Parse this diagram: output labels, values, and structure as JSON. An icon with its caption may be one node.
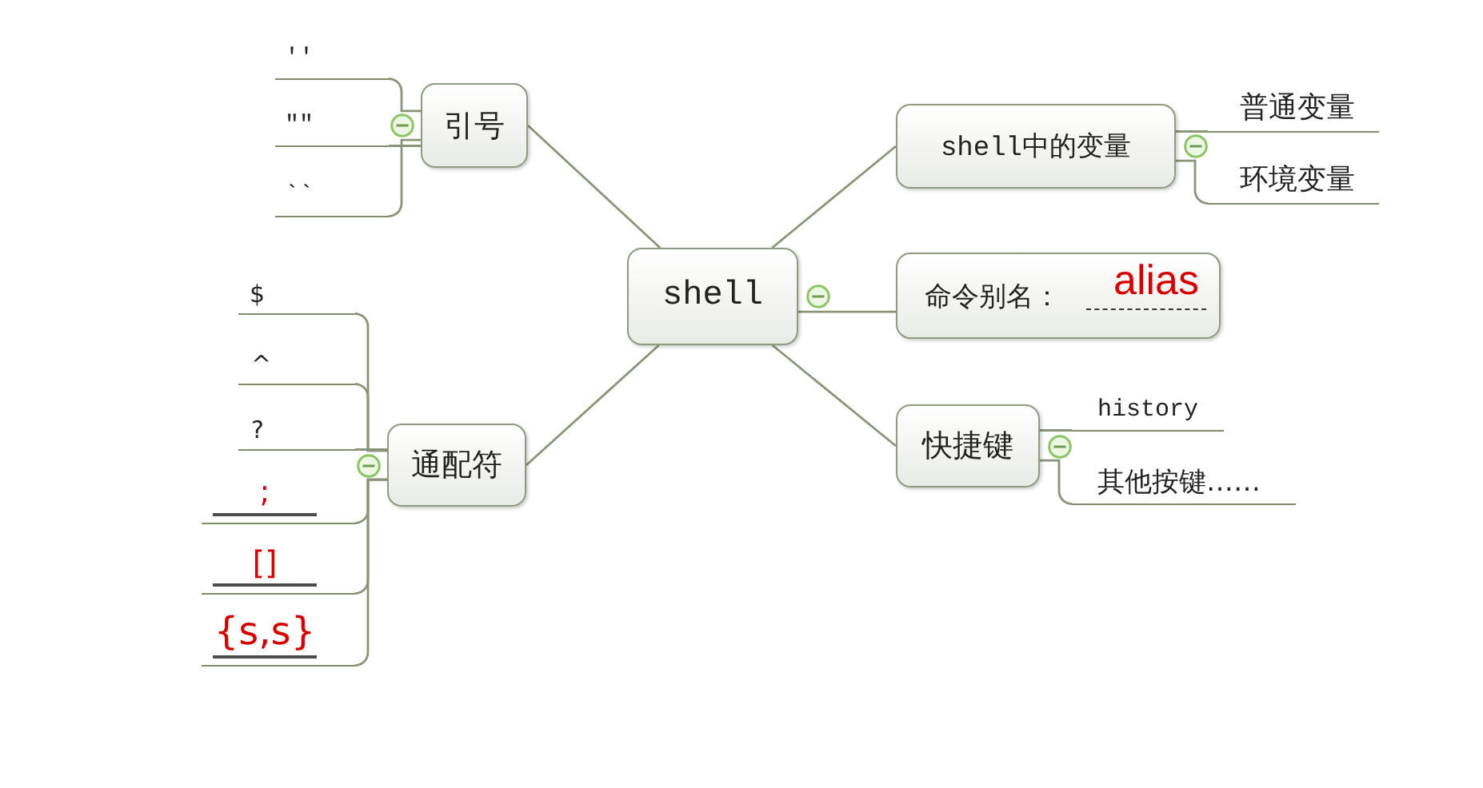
{
  "diagram": {
    "nodes": [
      {
        "text": [
          "shell"
        ]
      },
      {
        "text": [
          "引号"
        ]
      },
      {
        "text": [
          "''"
        ]
      },
      {
        "text": [
          "\"\""
        ]
      },
      {
        "text": [
          "``"
        ]
      },
      {
        "text": [
          "通配符"
        ]
      },
      {
        "text": [
          "$"
        ]
      },
      {
        "text": [
          "^"
        ]
      },
      {
        "text": [
          "?"
        ]
      },
      {
        "text": [
          ";"
        ]
      },
      {
        "text": [
          "[]"
        ]
      },
      {
        "text": [
          "{s,s}"
        ]
      },
      {
        "text": [
          "shell中的变量"
        ]
      },
      {
        "text": [
          "普通变量"
        ]
      },
      {
        "text": [
          "环境变量"
        ]
      },
      {
        "text": [
          "命令别名：",
          "alias"
        ]
      },
      {
        "text": [
          "快捷键"
        ]
      },
      {
        "text": [
          "history"
        ]
      },
      {
        "text": [
          "其他按键……"
        ]
      }
    ],
    "edges": [
      {
        "from": 0,
        "to": 1,
        "arrow": "none"
      },
      {
        "from": 1,
        "to": 2,
        "arrow": "none"
      },
      {
        "from": 1,
        "to": 3,
        "arrow": "none"
      },
      {
        "from": 1,
        "to": 4,
        "arrow": "none"
      },
      {
        "from": 0,
        "to": 5,
        "arrow": "none"
      },
      {
        "from": 5,
        "to": 6,
        "arrow": "none"
      },
      {
        "from": 5,
        "to": 7,
        "arrow": "none"
      },
      {
        "from": 5,
        "to": 8,
        "arrow": "none"
      },
      {
        "from": 5,
        "to": 9,
        "arrow": "none"
      },
      {
        "from": 5,
        "to": 10,
        "arrow": "none"
      },
      {
        "from": 5,
        "to": 11,
        "arrow": "none"
      },
      {
        "from": 0,
        "to": 12,
        "arrow": "none"
      },
      {
        "from": 12,
        "to": 13,
        "arrow": "none"
      },
      {
        "from": 12,
        "to": 14,
        "arrow": "none"
      },
      {
        "from": 0,
        "to": 15,
        "arrow": "none"
      },
      {
        "from": 0,
        "to": 16,
        "arrow": "none"
      },
      {
        "from": 16,
        "to": 17,
        "arrow": "none"
      },
      {
        "from": 16,
        "to": 18,
        "arrow": "none"
      }
    ]
  }
}
